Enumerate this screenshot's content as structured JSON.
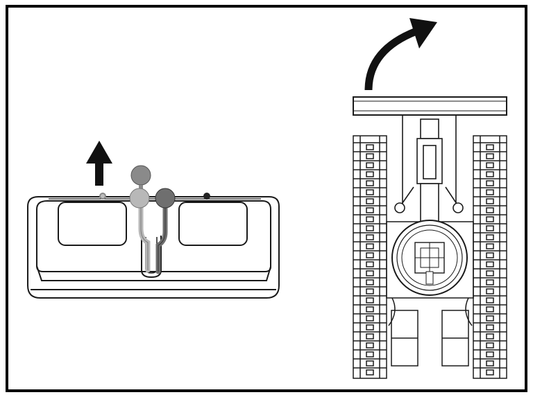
{
  "figure": {
    "panels": [
      {
        "name": "travel-control-panel",
        "components": [
          "control-console",
          "left-travel-lever",
          "right-travel-lever",
          "push-forward-arrow-icon"
        ],
        "left_lever_state": "pushed-forward"
      },
      {
        "name": "excavator-top-view",
        "components": [
          "dozer-blade",
          "left-track",
          "right-track",
          "swing-bearing",
          "boom",
          "rotate-right-arrow-icon"
        ],
        "result_motion": "turn-right"
      }
    ],
    "colors": {
      "outline": "#1a1a1a",
      "frame_border": "#000000",
      "arrow": "#111111",
      "left_lever_knob": "#b8b8b8",
      "left_lever_knob_dark": "#8a8a8a",
      "right_lever_knob": "#6f6f6f",
      "background": "#ffffff"
    }
  }
}
